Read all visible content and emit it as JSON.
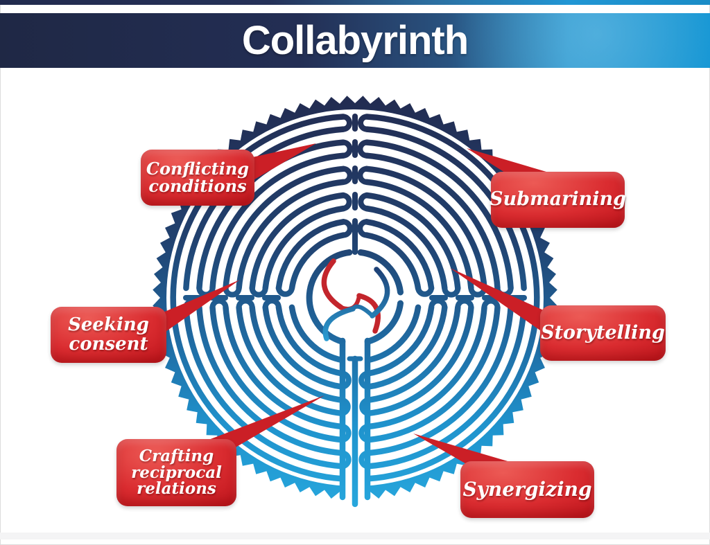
{
  "header": {
    "title": "Collabyrinth"
  },
  "diagram": {
    "type": "labyrinth-infographic",
    "center_icon": "swirl-pinwheel-logo",
    "palette": {
      "labyrinth_navy": "#222b50",
      "labyrinth_cyan": "#27a7dd",
      "callout_red_light": "#ec5a55",
      "callout_red": "#d7262c",
      "callout_red_dark": "#a30d14",
      "banner_navy": "#212a4c",
      "banner_blue": "#1b97d3",
      "swirl_red": "#c3252c",
      "text_white": "#ffffff"
    },
    "callouts": [
      {
        "id": "conflicting-conditions",
        "position": "top-left",
        "text": "Conflicting conditions",
        "lines": [
          "Conflicting",
          "conditions"
        ]
      },
      {
        "id": "submarining",
        "position": "top-right",
        "text": "Submarining",
        "lines": [
          "Submarining"
        ]
      },
      {
        "id": "seeking-consent",
        "position": "left",
        "text": "Seeking consent",
        "lines": [
          "Seeking",
          "consent"
        ]
      },
      {
        "id": "storytelling",
        "position": "right",
        "text": "Storytelling",
        "lines": [
          "Storytelling"
        ]
      },
      {
        "id": "crafting-reciprocal-relations",
        "position": "bottom-left",
        "text": "Crafting reciprocal relations",
        "lines": [
          "Crafting",
          "reciprocal",
          "relations"
        ]
      },
      {
        "id": "synergizing",
        "position": "bottom-right",
        "text": "Synergizing",
        "lines": [
          "Synergizing"
        ]
      }
    ]
  }
}
